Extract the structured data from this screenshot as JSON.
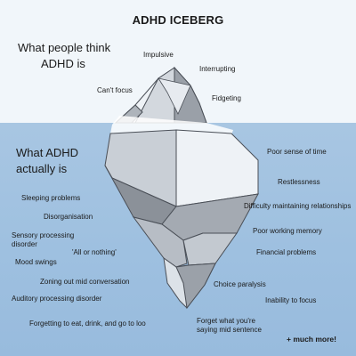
{
  "title": "ADHD ICEBERG",
  "above": {
    "heading": [
      "What people think",
      "ADHD is"
    ],
    "items": [
      "Impulsive",
      "Interrupting",
      "Can't focus",
      "Fidgeting"
    ]
  },
  "below": {
    "heading": [
      "What ADHD",
      "actually is"
    ],
    "left_items": [
      "Sleeping problems",
      "Disorganisation",
      "Sensory processing",
      "disorder",
      "'All or nothing'",
      "Mood swings",
      "Zoning out mid conversation",
      "Auditory processing disorder",
      "Forgetting to eat, drink, and go to loo"
    ],
    "right_items": [
      "Poor sense of time",
      "Restlessness",
      "Difficulty maintaining relationships",
      "Poor working memory",
      "Financial problems",
      "Choice paralysis",
      "Inability to focus",
      "Forget what you're",
      "saying mid sentence"
    ],
    "footer": "+ much more!"
  },
  "colors": {
    "sky": "#f1f6fa",
    "water": "#a8c6e2",
    "ice_light": "#eef2f6",
    "ice_mid": "#c9cfd6",
    "ice_dark": "#a4aab2",
    "ice_darker": "#8b9199",
    "outline": "#4a4f57"
  }
}
